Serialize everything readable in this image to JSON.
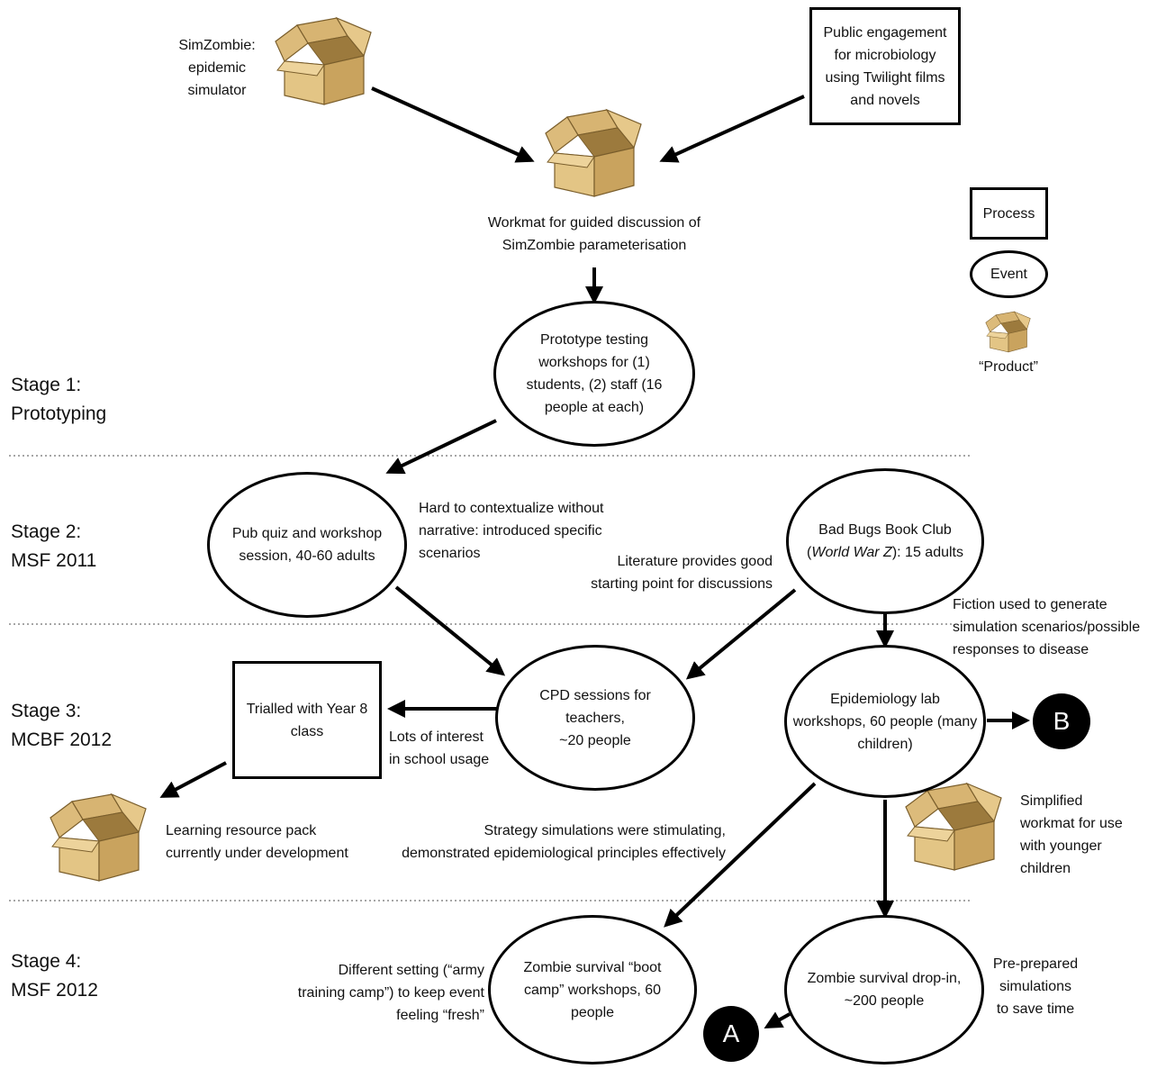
{
  "stages": {
    "s1": "Stage 1:\nPrototyping",
    "s2": "Stage 2:\nMSF 2011",
    "s3": "Stage 3:\nMCBF 2012",
    "s4": "Stage 4:\nMSF 2012"
  },
  "products": {
    "simzombie": "SimZombie:\nepidemic\nsimulator",
    "workmat": "Workmat for guided discussion of\nSimZombie parameterisation",
    "learning_pack": "Learning resource pack\ncurrently under development",
    "simplified_workmat": "Simplified\nworkmat for use\nwith younger\nchildren"
  },
  "processes": {
    "public_engagement": "Public engagement\nfor microbiology\nusing Twilight films\nand novels",
    "trialled": "Trialled with Year 8\nclass"
  },
  "events": {
    "prototype": "Prototype testing\nworkshops for (1)\nstudents, (2) staff (16\npeople at each)",
    "pub_quiz": "Pub quiz and workshop\nsession,  40-60 adults",
    "book_club_line1": "Bad Bugs Book Club",
    "book_club_title": "World War Z",
    "book_club_rest": "): 15 adults",
    "cpd": "CPD sessions for\nteachers,\n~20 people",
    "epi_lab": "Epidemiology lab\nworkshops, 60 people (many\nchildren)",
    "boot_camp": "Zombie survival “boot\ncamp” workshops, 60\npeople",
    "drop_in": "Zombie survival drop-in,\n~200 people"
  },
  "annotations": {
    "hard_to_context": "Hard to contextualize without\nnarrative: introduced specific\nscenarios",
    "literature": "Literature provides good\nstarting point for discussions",
    "fiction": "Fiction used to generate\nsimulation scenarios/possible\nresponses to disease",
    "lots_interest": "Lots of interest\nin school usage",
    "strategy": "Strategy simulations were stimulating,\ndemonstrated epidemiological principles effectively",
    "different_setting": "Different setting (“army\ntraining camp”) to keep event\nfeeling “fresh”",
    "pre_prepared": "Pre-prepared\nsimulations\nto save time"
  },
  "connectors": {
    "a": "A",
    "b": "B"
  },
  "legend": {
    "process": "Process",
    "event": "Event",
    "product": "“Product”"
  },
  "colors": {
    "box_light": "#e3c585",
    "box_mid": "#cfa964",
    "box_dark": "#b8924f",
    "box_edge": "#7a5e2c"
  }
}
